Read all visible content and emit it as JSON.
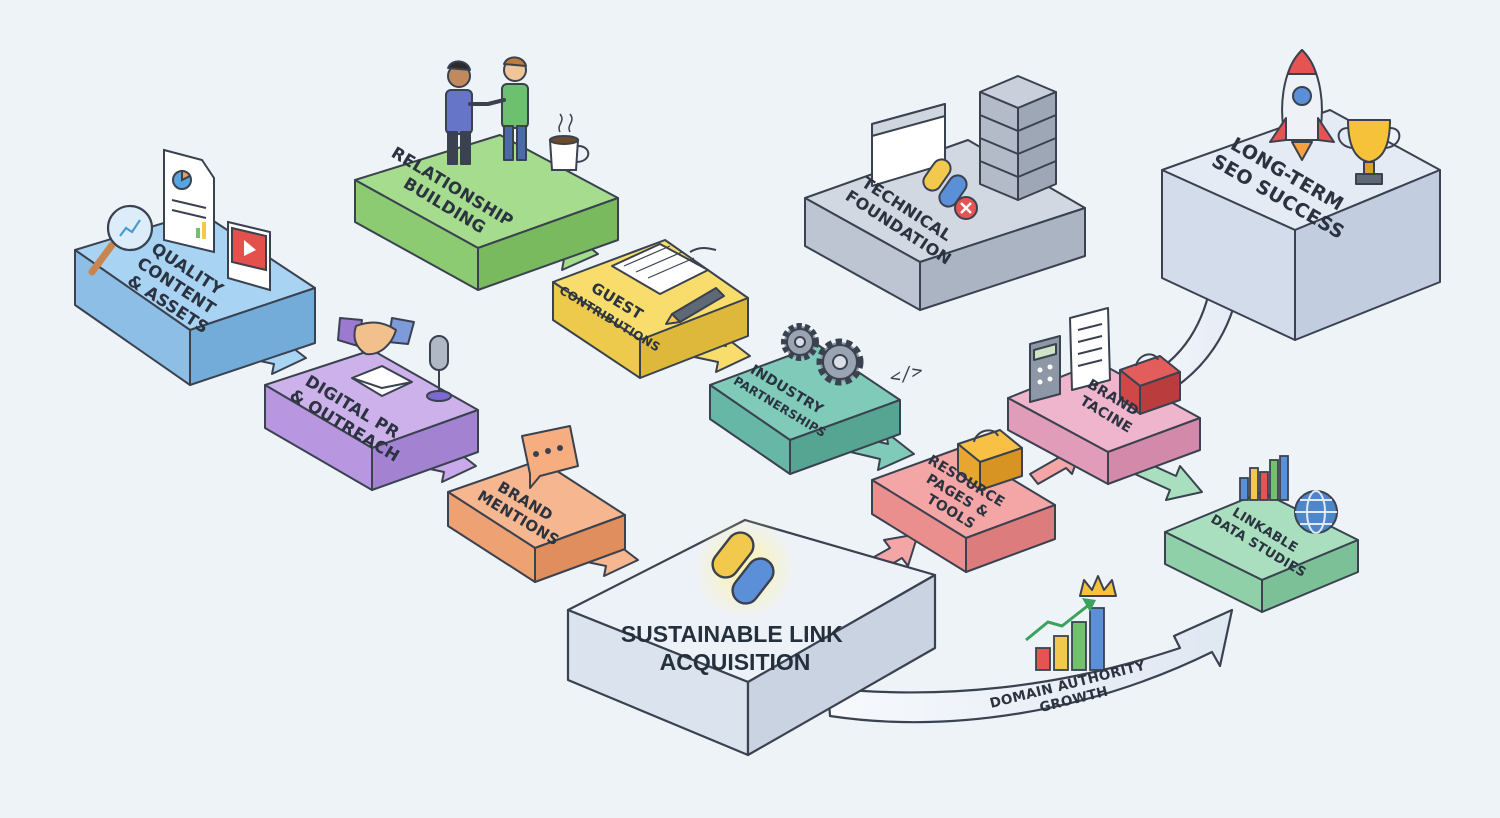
{
  "nodes": {
    "quality_content": {
      "lines": [
        "QUALITY",
        "CONTENT",
        "& ASSETS"
      ],
      "color": "#a9d3f2"
    },
    "digital_pr": {
      "lines": [
        "DIGITAL PR",
        "& OUTREACH"
      ],
      "color": "#cdb1ea"
    },
    "brand_mentions": {
      "lines": [
        "BRAND",
        "MENTIONS"
      ],
      "color": "#f6b68f"
    },
    "relationship": {
      "lines": [
        "RELATIONSHIP",
        "BUILDING"
      ],
      "color": "#a6dc8e"
    },
    "guest": {
      "lines": [
        "GUEST",
        "CONTRIBUTIONS"
      ],
      "color": "#f8dd6c"
    },
    "industry": {
      "lines": [
        "INDUSTRY",
        "PARTNERSHIPS"
      ],
      "color": "#7fcab9"
    },
    "technical": {
      "lines": [
        "TECHNICAL",
        "FOUNDATION"
      ],
      "color": "#d1d8e2"
    },
    "resource": {
      "lines": [
        "RESOURCE",
        "PAGES &",
        "TOOLS"
      ],
      "color": "#f4a6a6"
    },
    "brand_tacine": {
      "lines": [
        "BRAND",
        "TACINE"
      ],
      "color": "#eeb5cc"
    },
    "linkable": {
      "lines": [
        "LINKABLE",
        "DATA STUDIES"
      ],
      "color": "#a9dfbf"
    },
    "long_term": {
      "lines": [
        "LONG-TERM",
        "SEO SUCCESS"
      ],
      "color": "#e4ebf5"
    },
    "sustainable": {
      "lines": [
        "SUSTAINABLE LINK",
        "ACQUISITION"
      ],
      "color": "#edf2f9"
    }
  },
  "domain_growth": {
    "lines": [
      "DOMAIN AUTHORITY",
      "GROWTH"
    ]
  },
  "icons": [
    "magnifier-icon",
    "report-icon",
    "video-icon",
    "handshake-icon",
    "envelope-icon",
    "microphone-icon",
    "chat-bubble-icon",
    "people-icon",
    "coffee-icon",
    "keyboard-icon",
    "pen-icon",
    "gears-icon",
    "code-window-icon",
    "server-icon",
    "broken-link-icon",
    "link-icon",
    "toolbox-icon",
    "calculator-icon",
    "checklist-icon",
    "briefcase-icon",
    "rocket-icon",
    "trophy-icon",
    "bar-chart-icon",
    "globe-icon",
    "crown-icon"
  ]
}
